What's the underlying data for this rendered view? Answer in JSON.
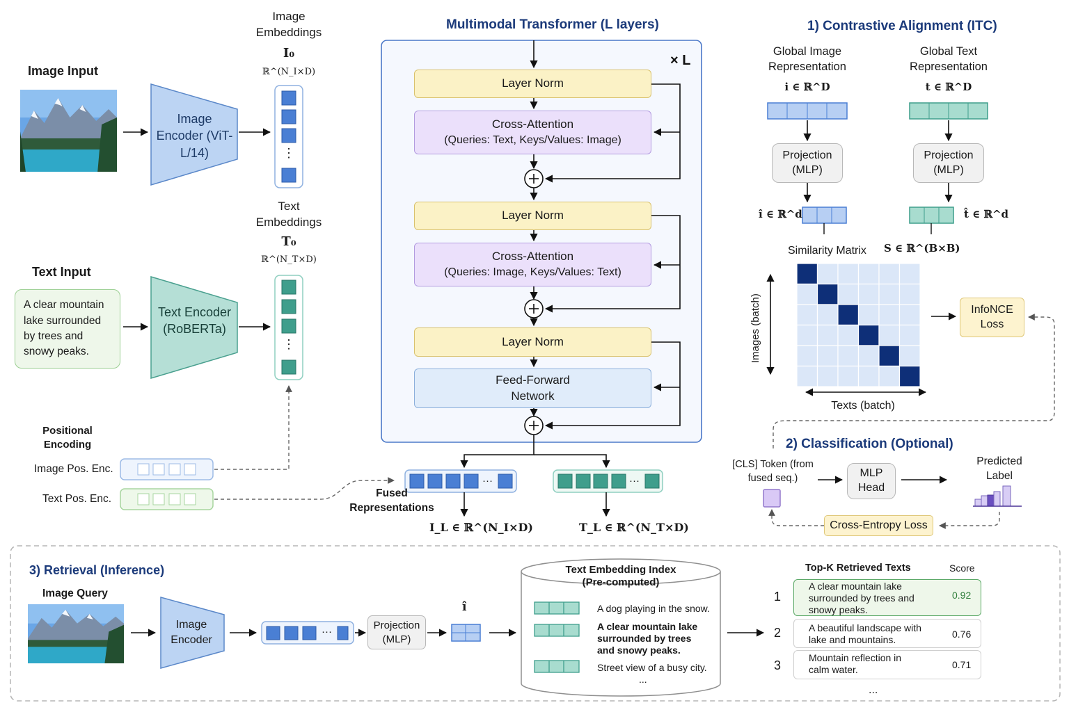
{
  "titles": {
    "transformer": "Multimodal Transformer (L layers)",
    "contrastive": "1) Contrastive Alignment (ITC)",
    "classification": "2) Classification (Optional)",
    "retrieval": "3) Retrieval (Inference)"
  },
  "inputs": {
    "image_input": "Image Input",
    "text_input": "Text Input",
    "text_input_value": "A clear mountain lake surrounded by trees and snowy peaks."
  },
  "encoders": {
    "image_encoder": "Image Encoder (ViT-L/14)",
    "text_encoder": "Text Encoder (RoBERTa)"
  },
  "embeddings": {
    "image_title": "Image Embeddings",
    "image_symbol": "I₀",
    "image_space": "ℝ^(N_I×D)",
    "text_title": "Text Embeddings",
    "text_symbol": "T₀",
    "text_space": "ℝ^(N_T×D)",
    "ellipsis": "⋮"
  },
  "positional": {
    "title": "Positional Encoding",
    "image": "Image Pos. Enc.",
    "text": "Text Pos. Enc."
  },
  "transformer": {
    "repeat": "× L",
    "layer_norm": "Layer Norm",
    "cross_attention": "Cross-Attention",
    "ca1_sub": "(Queries: Text, Keys/Values: Image)",
    "ca2_sub": "(Queries: Image, Keys/Values: Text)",
    "ffn": "Feed-Forward Network",
    "plus": "+"
  },
  "fused": {
    "label": "Fused Representations",
    "il": "I_L ∈ ℝ^(N_I×D)",
    "tl": "T_L ∈ ℝ^(N_T×D)",
    "dots": "···"
  },
  "contrastive": {
    "global_image": "Global Image Representation",
    "global_text": "Global Text Representation",
    "i_space": "i ∈ ℝ^D",
    "t_space": "t ∈ ℝ^D",
    "projection": "Projection (MLP)",
    "i_hat": "î ∈ ℝ^d",
    "t_hat": "t̂ ∈ ℝ^d",
    "similarity": "Similarity Matrix",
    "s_space": "S ∈ ℝ^(B×B)",
    "images_axis": "Images (batch)",
    "texts_axis": "Texts (batch)",
    "infonce": "InfoNCE Loss"
  },
  "classification": {
    "cls": "[CLS] Token (from fused seq.)",
    "mlp_head": "MLP Head",
    "predicted": "Predicted Label",
    "ce_loss": "Cross-Entropy Loss"
  },
  "retrieval": {
    "query": "Image Query",
    "encoder": "Image Encoder",
    "projection": "Projection (MLP)",
    "i_hat": "î",
    "index_title": "Text Embedding Index",
    "index_sub": "(Pre-computed)",
    "index_items": [
      "A dog playing in the snow.",
      "A clear mountain lake surrounded by trees and snowy peaks.",
      "Street view of a busy city."
    ],
    "index_more": "...",
    "topk": "Top-K Retrieved Texts",
    "score": "Score",
    "results": [
      {
        "rank": "1",
        "text": "A clear mountain lake surrounded by trees and snowy peaks.",
        "score": "0.92"
      },
      {
        "rank": "2",
        "text": "A beautiful landscape with lake and mountains.",
        "score": "0.76"
      },
      {
        "rank": "3",
        "text": "Mountain reflection in calm water.",
        "score": "0.71"
      }
    ],
    "more": "..."
  },
  "colors": {
    "navy": "#1b3a7a",
    "image_blue": "#4a7fd4",
    "text_teal": "#3f9e8c",
    "layer_norm": "#fbf2c6",
    "cross_attention": "#ebe0fb",
    "ffn": "#e0ecfa"
  },
  "icons": [
    "mountain-lake-photo",
    "plus-icon",
    "bar-chart-icon"
  ]
}
